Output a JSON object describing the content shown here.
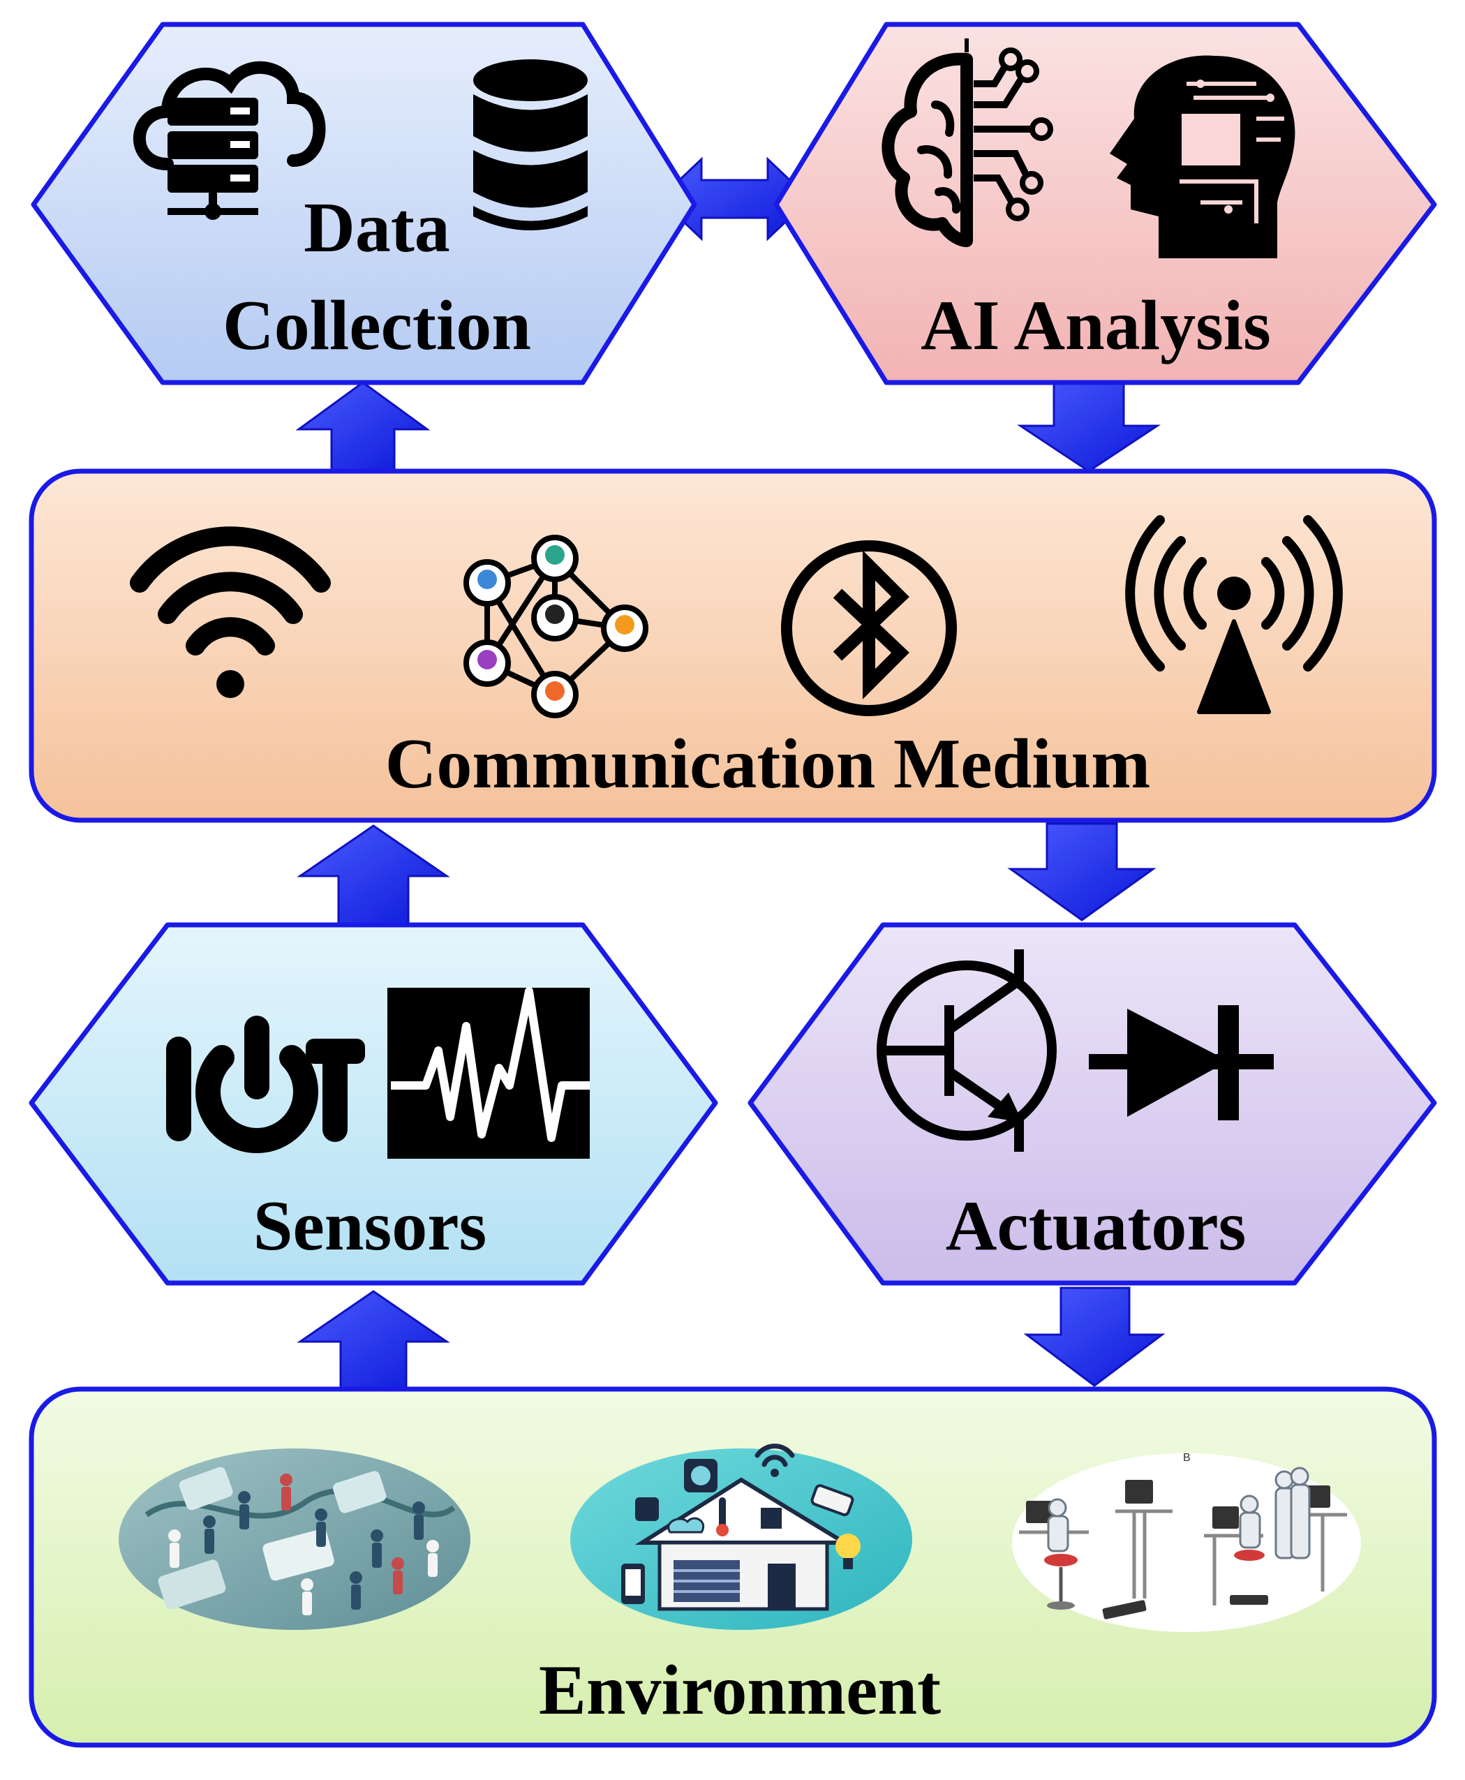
{
  "blocks": {
    "data_collection": {
      "label_line1": "Data",
      "label_line2": "Collection",
      "icons": [
        "cloud-server-icon",
        "database-icon"
      ]
    },
    "ai_analysis": {
      "label": "AI Analysis",
      "icons": [
        "brain-circuit-icon",
        "circuit-head-icon"
      ]
    },
    "communication_medium": {
      "label": "Communication Medium",
      "icons": [
        "wifi-icon",
        "network-people-icon",
        "bluetooth-icon",
        "antenna-icon"
      ]
    },
    "sensors": {
      "label": "Sensors",
      "icons": [
        "iot-icon",
        "pulse-signal-icon"
      ]
    },
    "actuators": {
      "label": "Actuators",
      "icons": [
        "transistor-icon",
        "diode-icon"
      ]
    },
    "environment": {
      "label": "Environment",
      "images": [
        "healthcare-illustration",
        "smart-home-illustration",
        "office-workstation-illustration"
      ],
      "image_mark": "B"
    }
  },
  "colors": {
    "border": "#1a1ae6",
    "arrow": "#1f2ef0",
    "data_collection_fill": "#c6d8f6",
    "ai_analysis_fill": "#f7c6c6",
    "communication_fill": "#f8cfae",
    "sensors_fill": "#c8e9f7",
    "actuators_fill": "#d9cdf0",
    "environment_fill": "#e3f4c4"
  }
}
